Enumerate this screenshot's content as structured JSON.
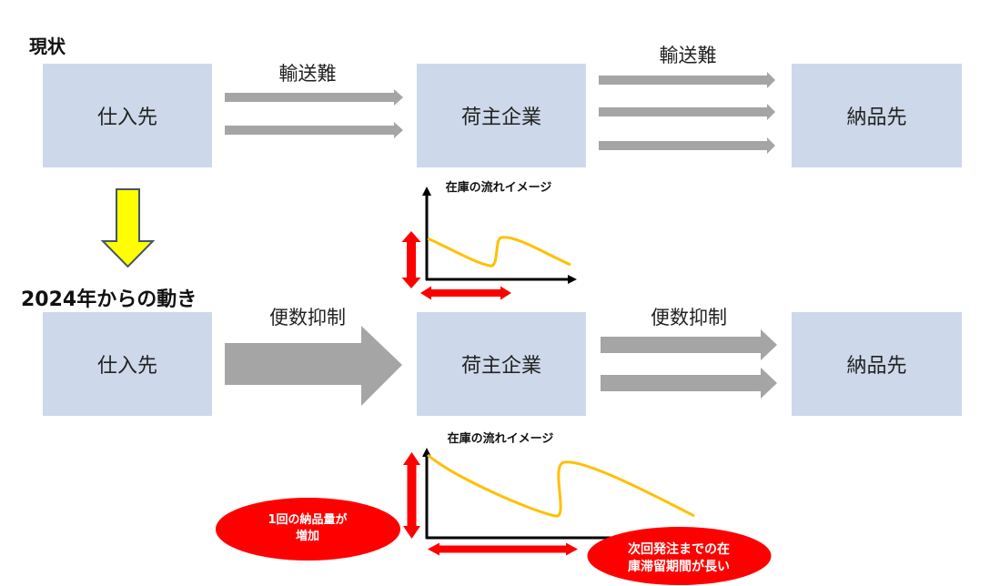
{
  "colors": {
    "box_fill": "#CDD9EA",
    "flow_arrow": "#A5A5A5",
    "transition_arrow_fill": "#FFFF00",
    "transition_arrow_stroke": "#44546A",
    "emphasis_red": "#FF0000",
    "inventory_curve": "#FFC000",
    "axis": "#000000"
  },
  "current": {
    "heading": "現状",
    "supplier": "仕入先",
    "shipper": "荷主企業",
    "destination": "納品先",
    "inbound_label": "輸送難",
    "outbound_label": "輸送難",
    "inbound_arrow_count": 2,
    "outbound_arrow_count": 3,
    "chart": {
      "title": "在庫の流れイメージ"
    }
  },
  "transition_arrow": "down-arrow",
  "future": {
    "heading": "2024年からの動き",
    "supplier": "仕入先",
    "shipper": "荷主企業",
    "destination": "納品先",
    "inbound_label": "便数抑制",
    "outbound_label": "便数抑制",
    "inbound_arrow_count": 1,
    "outbound_arrow_count": 2,
    "chart": {
      "title": "在庫の流れイメージ"
    },
    "callouts": {
      "quantity": {
        "line1": "1回の納品量が",
        "line2": "増加"
      },
      "duration": {
        "line1": "次回発注までの在",
        "line2": "庫滞留期間が長い"
      }
    }
  }
}
